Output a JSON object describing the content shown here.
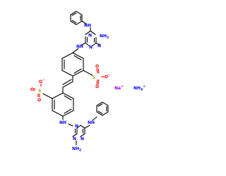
{
  "colors": {
    "bond": "#000000",
    "nitrogen": "#0000ff",
    "oxygen": "#ff0000",
    "sulfur": "#a6a600",
    "sodium": "#8e00ff"
  },
  "atoms": {
    "nh_top_link": "NH",
    "nh_top_aryl": "NH",
    "n_top_1": "N",
    "n_top_2": "N",
    "n_top_3": "N",
    "nh2_top": "NH",
    "nh2_top_sub": "2",
    "s_top": "S",
    "o_top_a": "O",
    "o_top_b": "O",
    "o_top_minus": "O",
    "o_top_minus_sign": "−",
    "s_bot": "S",
    "o_bot_a": "O",
    "o_bot_b": "O",
    "o_bot_minus": "O",
    "o_bot_minus_sign": "−",
    "nh_bot_link": "NH",
    "nh_bot_aryl": "NH",
    "n_bot_1": "N",
    "n_bot_2": "N",
    "n_bot_3": "N",
    "nh2_bot": "NH",
    "nh2_bot_sub": "2"
  },
  "ions": {
    "sodium": "Na",
    "sodium_charge": "+",
    "ammonium": "NH",
    "ammonium_sub": "4",
    "ammonium_charge": "+"
  }
}
